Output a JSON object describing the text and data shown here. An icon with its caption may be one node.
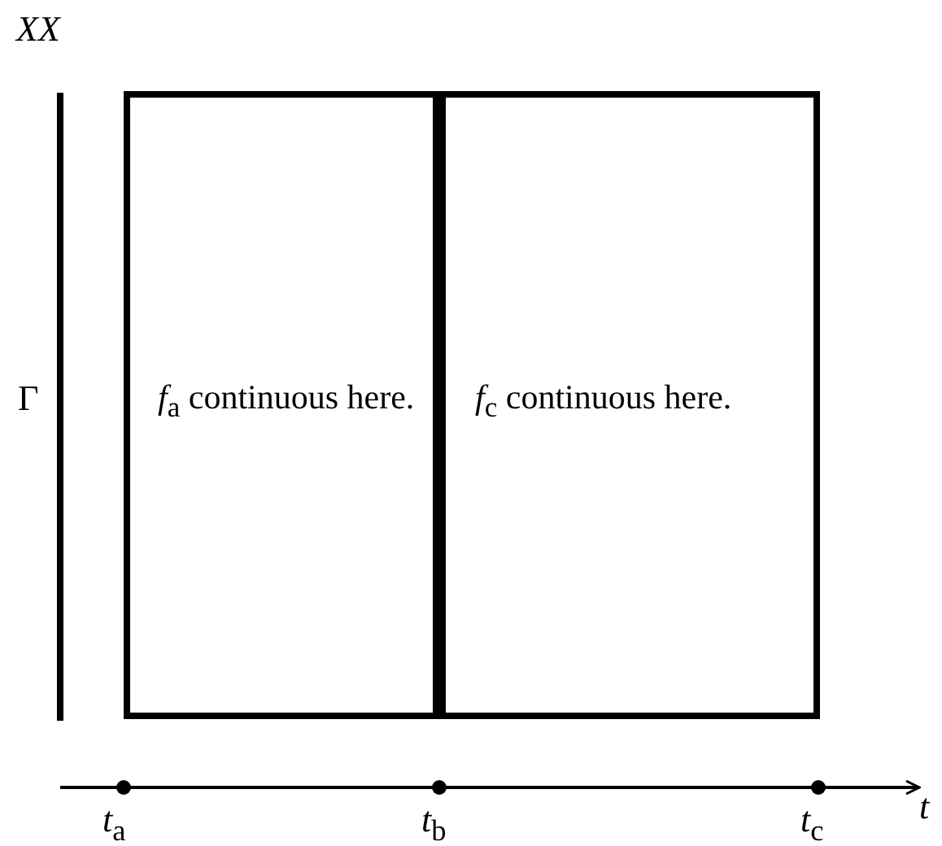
{
  "diagram": {
    "nodes": [
      {
        "text": [
          "*f*$_{a}$ continuous here."
        ]
      },
      {
        "text": [
          "*f*$_{c}$ continuous here."
        ]
      }
    ],
    "edges": [],
    "labels": [
      "XX",
      "Γ",
      "*t*$_{a}$",
      "*t*$_{b}$",
      "*t*$_{c}$",
      "t"
    ]
  }
}
